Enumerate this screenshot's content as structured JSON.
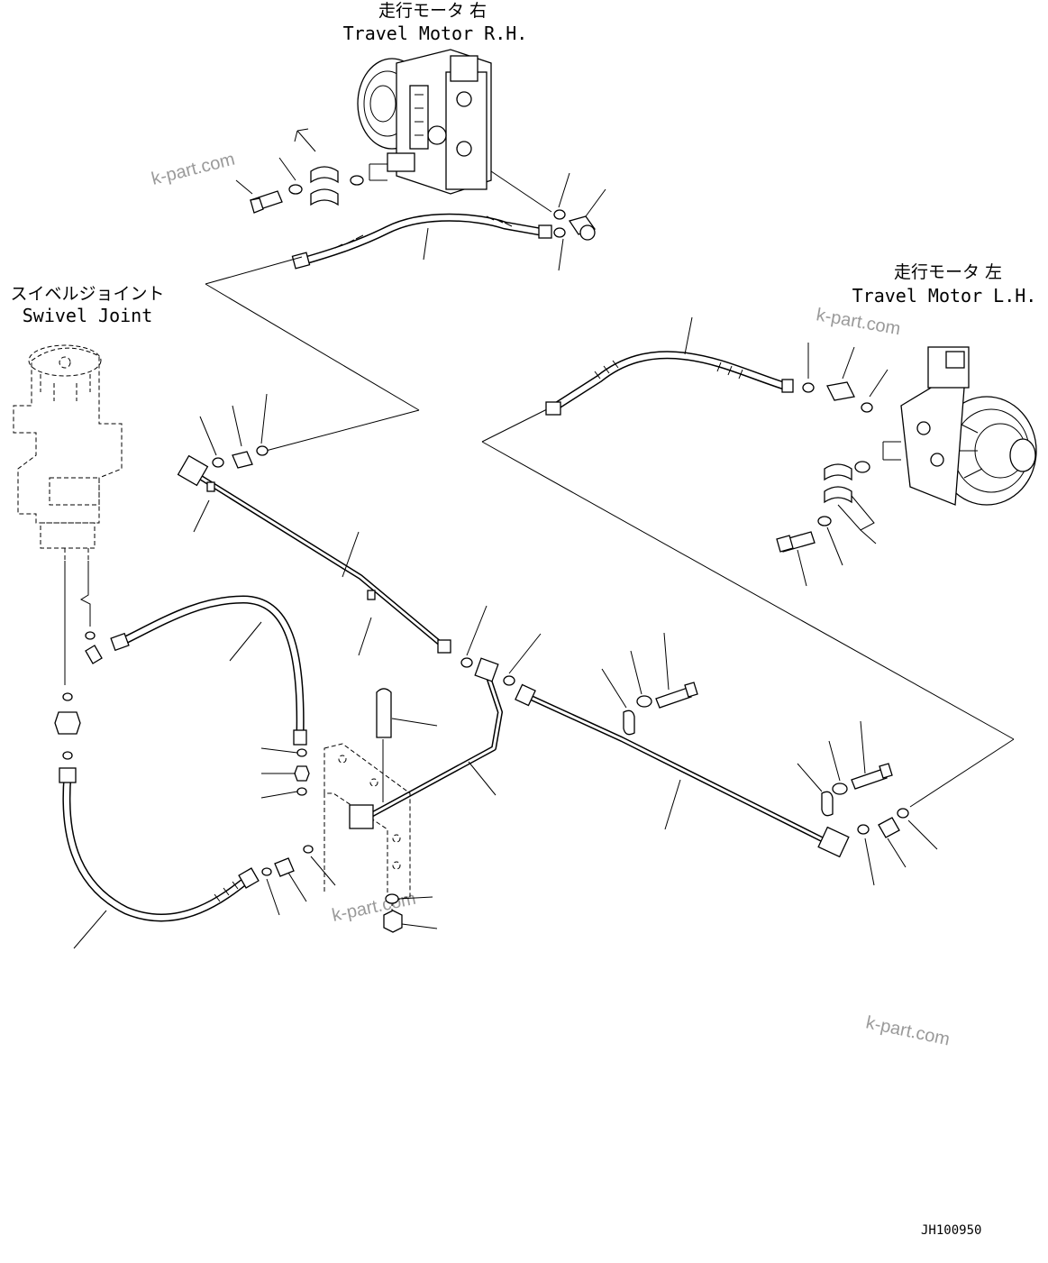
{
  "labels": {
    "motor_rh_jp": "走行モータ 右",
    "motor_rh_en": "Travel Motor R.H.",
    "motor_lh_jp": "走行モータ 左",
    "motor_lh_en": "Travel Motor L.H.",
    "swivel_jp": "スイベルジョイント",
    "swivel_en": "Swivel Joint"
  },
  "drawing_code": "JH100950",
  "watermarks": [
    "k-part.com",
    "k-part.com",
    "k-part.com",
    "k-part.com"
  ]
}
